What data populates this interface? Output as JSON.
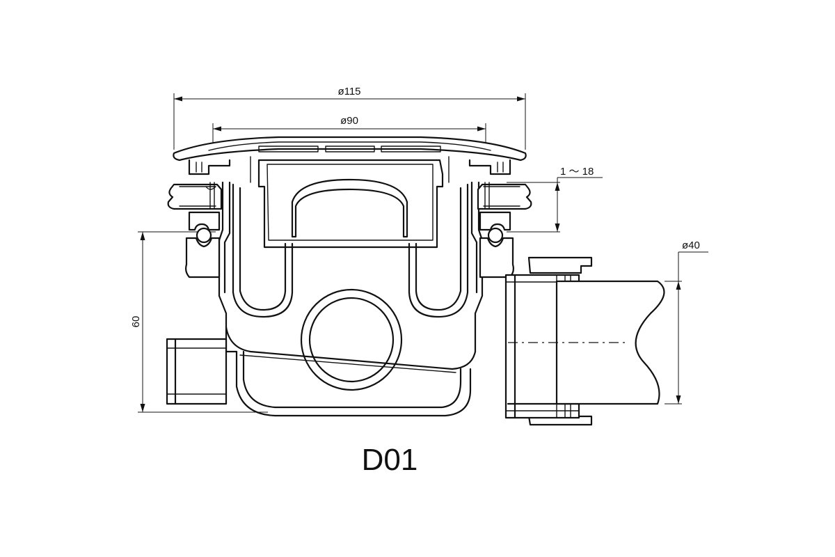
{
  "drawing": {
    "model": "D01",
    "dimensions": {
      "outer_diameter": "ø115",
      "inner_diameter": "ø90",
      "adjust_range": "1 ～ 18",
      "outlet_diameter": "ø40",
      "height": "60"
    }
  },
  "colors": {
    "line": "#111111",
    "background": "#ffffff"
  }
}
